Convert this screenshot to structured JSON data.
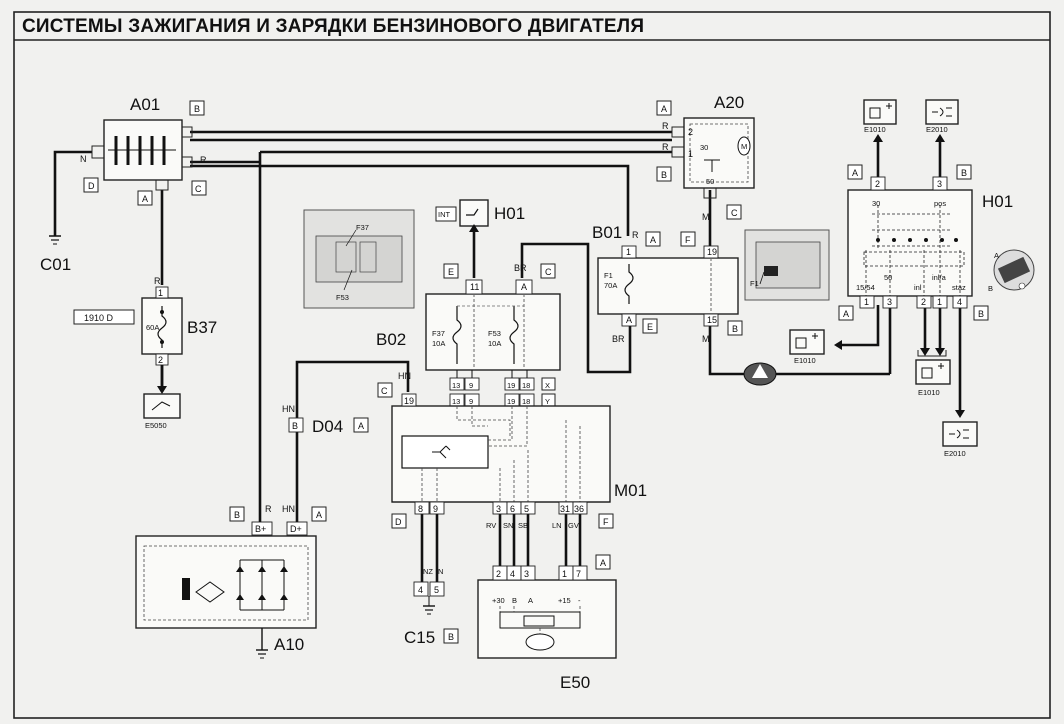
{
  "title": "СИСТЕМЫ ЗАЖИГАНИЯ И ЗАРЯДКИ БЕНЗИНОВОГО ДВИГАТЕЛЯ",
  "components": {
    "A01": "A01",
    "A20": "A20",
    "B01": "B01",
    "B02": "B02",
    "B37": "B37",
    "C01": "C01",
    "C15": "C15",
    "D04": "D04",
    "E50": "E50",
    "H01a": "H01",
    "H01b": "H01",
    "M01": "M01",
    "A10": "A10"
  },
  "tags": {
    "A": "A",
    "B": "B",
    "C": "C",
    "D": "D",
    "E": "E",
    "F": "F",
    "X": "X",
    "Y": "Y",
    "INT": "INT"
  },
  "ground_refs": {
    "e1010": "E1010",
    "e2010": "E2010",
    "e5050": "E5050"
  },
  "wires": {
    "N": "N",
    "R": "R",
    "BR": "BR",
    "HN": "HN",
    "M": "M",
    "NZ": "NZ",
    "RV": "RV",
    "SN": "SN",
    "SB": "SB",
    "LN": "LN",
    "GV": "GV"
  },
  "fuses": {
    "b37": "60A",
    "f37": "F37",
    "f37_rating": "10A",
    "f53": "F53",
    "f53_rating": "10A",
    "f1": "F1",
    "f1_rating": "70A"
  },
  "labels": {
    "code_1910d": "1910 D",
    "alt_bplus": "B+",
    "alt_dplus": "D+",
    "relay_30": "30",
    "relay_50": "50",
    "relay_m": "M",
    "h01_30": "30",
    "h01_pos": "pos",
    "h01_1554": "15/54",
    "h01_50": "50",
    "h01_inl": "inl",
    "h01_inla": "inl/a",
    "h01_staz": "staz",
    "e50_30": "+30",
    "e50_b": "B",
    "e50_a": "A",
    "e50_15": "+15",
    "e50_minus": "-"
  },
  "pins": {
    "n1": "1",
    "n2": "2",
    "n3": "3",
    "n4": "4",
    "n5": "5",
    "n6": "6",
    "n7": "7",
    "n8": "8",
    "n9": "9",
    "n11": "11",
    "n13": "13",
    "n15": "15",
    "n18": "18",
    "n19": "19",
    "n31": "31",
    "n36": "36",
    "nA": "A",
    "nB": "B"
  }
}
